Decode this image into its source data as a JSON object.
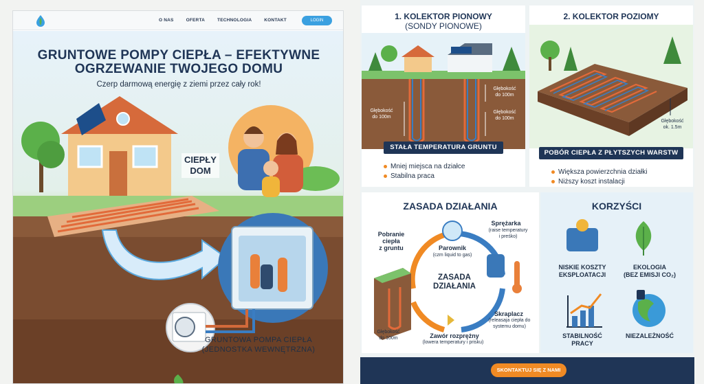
{
  "nav": {
    "links": [
      "O NAS",
      "OFERTA",
      "TECHNOLOGIA",
      "KONTAKT"
    ],
    "login": "LOGIN"
  },
  "hero": {
    "title_line1": "GRUNTOWE POMPY CIEPŁA – EFEKTYWNE",
    "title_line2": "OGRZEWANIE TWOJEGO DOMU",
    "subtitle": "Czerp darmową energię z ziemi przez cały rok!",
    "warm_house_line1": "CIEPŁY",
    "warm_house_line2": "DOM",
    "unit_label_line1": "GRUNTOWA POMPA CIEPŁA",
    "unit_label_line2": "(JEDNOSTKA WEWNĘTRZNA)"
  },
  "vertical": {
    "title_line1": "1. KOLEKTOR PIONOWY",
    "title_line2": "(SONDY PIONOWE)",
    "depth_label_a1": "Głębokość",
    "depth_label_a2": "do 100m",
    "depth_label_b1": "Głębokość",
    "depth_label_b2": "do 100m",
    "depth_label_c1": "Głębokość",
    "depth_label_c2": "do 100m",
    "banner": "STAŁA TEMPERATURA GRUNTU",
    "bullets": [
      "Mniej miejsca na działce",
      "Stabilna praca"
    ]
  },
  "horizontal": {
    "title": "2. KOLEKTOR POZIOMY",
    "depth_label1": "Głębokość",
    "depth_label2": "ok. 1.5m",
    "banner": "POBÓR CIEPŁA Z PŁYTSZYCH WARSTW",
    "bullets": [
      "Większa powierzchnia działki",
      "Niższy koszt instalacji"
    ]
  },
  "principle": {
    "title": "ZASADA DZIAŁANIA",
    "center_line1": "ZASADA",
    "center_line2": "DZIAŁANIA",
    "intake_line1": "Pobranie",
    "intake_line2": "ciepła",
    "intake_line3": "z gruntu",
    "evaporator": "Parownik",
    "evaporator_note": "(czm liquid to gas)",
    "compressor": "Sprężarka",
    "compressor_note1": "(raise temperatury",
    "compressor_note2": "i preśko)",
    "condenser": "Skraplacz",
    "condenser_note1": "(releasaja ciepła do",
    "condenser_note2": "systemu domu)",
    "valve": "Zawór rozprężny",
    "valve_note": "(lowera temperatury i prisku)",
    "depth_line1": "Głębokość",
    "depth_line2": "do 100m"
  },
  "benefits": {
    "title": "KORZYŚCI",
    "items": [
      {
        "line1": "NISKIE KOSZTY",
        "line2": "EKSPLOATACJI"
      },
      {
        "line1": "EKOLOGIA",
        "line2": "(BEZ EMISJI CO₂)"
      },
      {
        "line1": "STABILNOŚĆ",
        "line2": "PRACY"
      },
      {
        "line1": "NIEZALEŻNOŚĆ",
        "line2": ""
      }
    ]
  },
  "footer": {
    "cta": "SKONTAKTUJ SIĘ Z NAMI"
  },
  "colors": {
    "navy": "#1f3556",
    "accent": "#f08a24",
    "sky": "#3aa0e0",
    "grass": "#7cc26b",
    "soil": "#8a5a3a"
  }
}
